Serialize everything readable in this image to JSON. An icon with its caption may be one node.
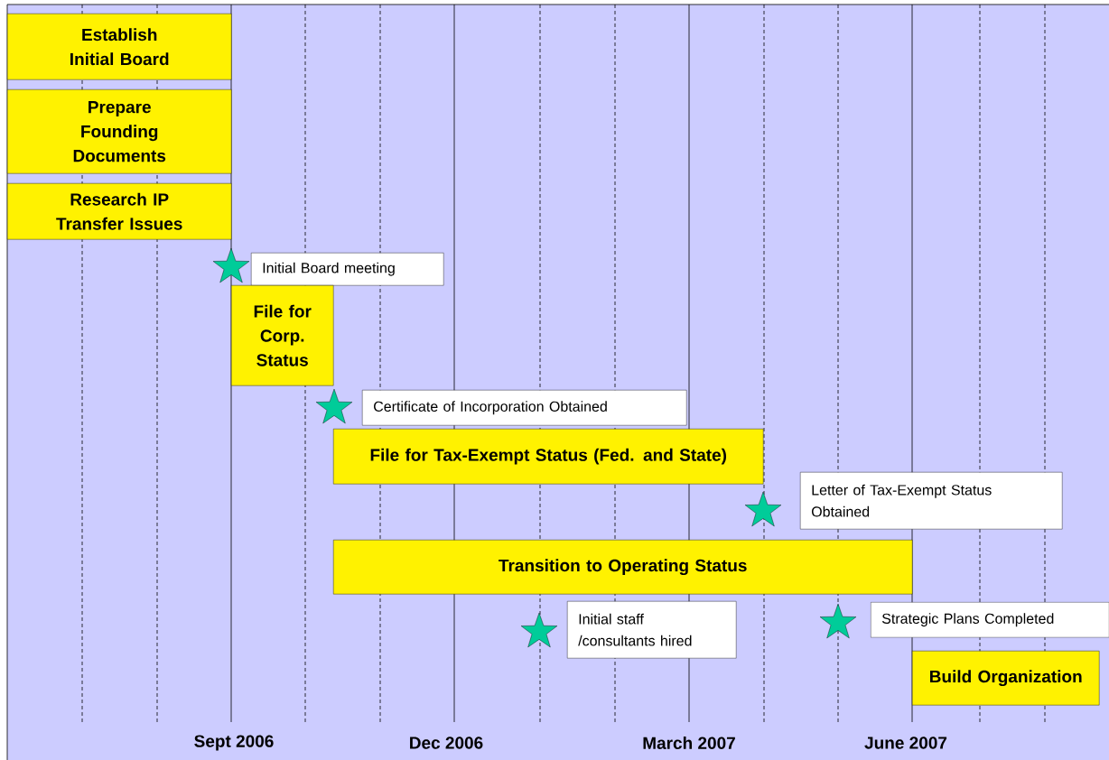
{
  "diagram": {
    "nodes": [
      {
        "text": [
          "Establish Initial Board"
        ]
      },
      {
        "text": [
          "Prepare Founding Documents"
        ]
      },
      {
        "text": [
          "Research IP Transfer Issues"
        ]
      },
      {
        "text": [],
        "shape": "star"
      },
      {
        "text": [
          "Initial Board meeting"
        ]
      },
      {
        "text": [
          "File for Corp. Status"
        ]
      },
      {
        "text": [],
        "shape": "star"
      },
      {
        "text": [
          "Certificate of Incorporation Obtained"
        ]
      },
      {
        "text": [
          "File for Tax-Exempt Status (Fed. and State)"
        ]
      },
      {
        "text": [],
        "shape": "star"
      },
      {
        "text": [
          "Letter of Tax-Exempt Status Obtained"
        ]
      },
      {
        "text": [
          "Transition to Operating Status"
        ]
      },
      {
        "text": [],
        "shape": "star"
      },
      {
        "text": [
          "Initial staff /consultants hired"
        ]
      },
      {
        "text": [],
        "shape": "star"
      },
      {
        "text": [
          "Strategic Plans Completed"
        ]
      },
      {
        "text": [
          "Build Organization"
        ]
      }
    ],
    "labels": [
      "Sept 2006",
      "Dec 2006",
      "March 2007",
      "June 2007"
    ]
  }
}
